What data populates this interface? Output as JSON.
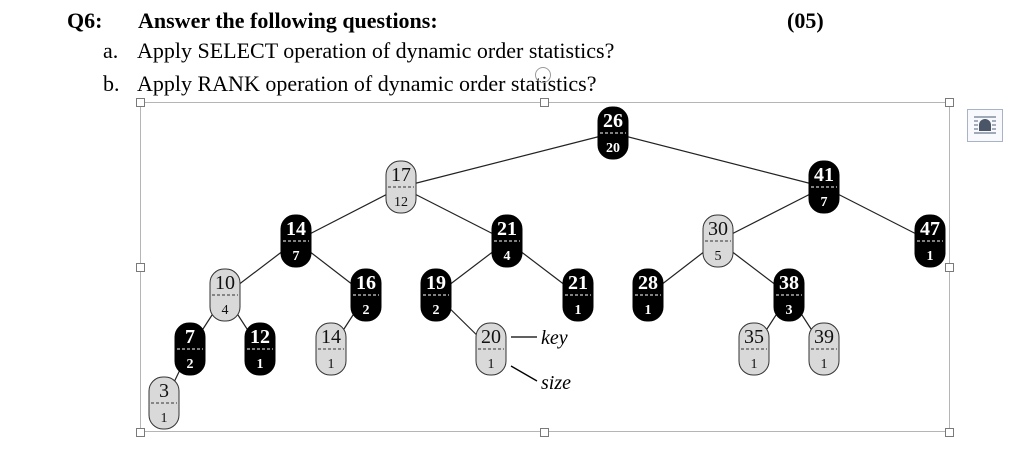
{
  "question": {
    "label": "Q6:",
    "title": "Answer the following questions:",
    "marks": "(05)",
    "items": [
      {
        "letter": "a.",
        "text": "Apply SELECT operation of dynamic order statistics?"
      },
      {
        "letter": "b.",
        "text": "Apply RANK operation of dynamic order statistics?"
      }
    ]
  },
  "figure": {
    "legend": {
      "key": "key",
      "size": "size"
    },
    "nodes": [
      {
        "id": "n26",
        "key": "26",
        "size": "20",
        "color": "black"
      },
      {
        "id": "n17",
        "key": "17",
        "size": "12",
        "color": "gray"
      },
      {
        "id": "n41",
        "key": "41",
        "size": "7",
        "color": "black"
      },
      {
        "id": "n14a",
        "key": "14",
        "size": "7",
        "color": "black"
      },
      {
        "id": "n21a",
        "key": "21",
        "size": "4",
        "color": "black"
      },
      {
        "id": "n30",
        "key": "30",
        "size": "5",
        "color": "gray"
      },
      {
        "id": "n47",
        "key": "47",
        "size": "1",
        "color": "black"
      },
      {
        "id": "n10",
        "key": "10",
        "size": "4",
        "color": "gray"
      },
      {
        "id": "n16",
        "key": "16",
        "size": "2",
        "color": "black"
      },
      {
        "id": "n19",
        "key": "19",
        "size": "2",
        "color": "black"
      },
      {
        "id": "n21b",
        "key": "21",
        "size": "1",
        "color": "black"
      },
      {
        "id": "n28",
        "key": "28",
        "size": "1",
        "color": "black"
      },
      {
        "id": "n38",
        "key": "38",
        "size": "3",
        "color": "black"
      },
      {
        "id": "n7",
        "key": "7",
        "size": "2",
        "color": "black"
      },
      {
        "id": "n12",
        "key": "12",
        "size": "1",
        "color": "black"
      },
      {
        "id": "n14b",
        "key": "14",
        "size": "1",
        "color": "gray"
      },
      {
        "id": "n20",
        "key": "20",
        "size": "1",
        "color": "gray"
      },
      {
        "id": "n35",
        "key": "35",
        "size": "1",
        "color": "gray"
      },
      {
        "id": "n39",
        "key": "39",
        "size": "1",
        "color": "gray"
      },
      {
        "id": "n3",
        "key": "3",
        "size": "1",
        "color": "gray"
      }
    ],
    "edges": [
      [
        "n26",
        "n17"
      ],
      [
        "n26",
        "n41"
      ],
      [
        "n17",
        "n14a"
      ],
      [
        "n17",
        "n21a"
      ],
      [
        "n41",
        "n30"
      ],
      [
        "n41",
        "n47"
      ],
      [
        "n14a",
        "n10"
      ],
      [
        "n14a",
        "n16"
      ],
      [
        "n21a",
        "n19"
      ],
      [
        "n21a",
        "n21b"
      ],
      [
        "n30",
        "n28"
      ],
      [
        "n30",
        "n38"
      ],
      [
        "n10",
        "n7"
      ],
      [
        "n10",
        "n12"
      ],
      [
        "n16",
        "n14b"
      ],
      [
        "n19",
        "n20"
      ],
      [
        "n38",
        "n35"
      ],
      [
        "n38",
        "n39"
      ],
      [
        "n7",
        "n3"
      ]
    ],
    "colors": {
      "black": "#000000",
      "gray": "#d9d9d9",
      "outline": "#333333"
    }
  }
}
